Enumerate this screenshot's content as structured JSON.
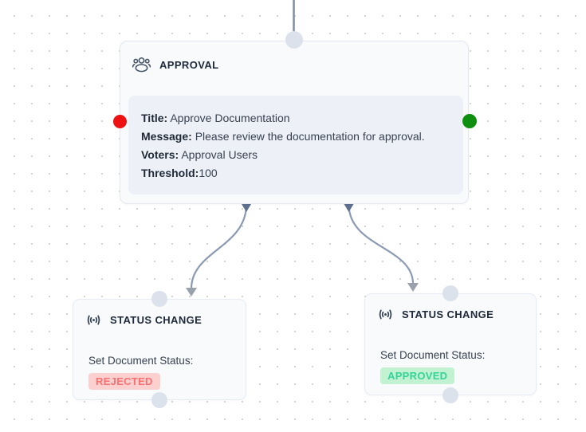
{
  "approval_node": {
    "icon": "users-group-icon",
    "title": "APPROVAL",
    "fields": [
      {
        "label": "Title:",
        "value": " Approve Documentation"
      },
      {
        "label": "Message:",
        "value": " Please review the documentation for approval."
      },
      {
        "label": "Voters:",
        "value": " Approval Users"
      },
      {
        "label": "Threshold:",
        "value": "100"
      }
    ]
  },
  "status_change_left": {
    "icon": "broadcast-icon",
    "title": "STATUS CHANGE",
    "body_label": "Set Document Status:",
    "badge": "REJECTED"
  },
  "status_change_right": {
    "icon": "broadcast-icon",
    "title": "STATUS CHANGE",
    "body_label": "Set Document Status:",
    "badge": "APPROVED"
  },
  "colors": {
    "red_handle": "#ee1111",
    "green_handle": "#0f8f0f",
    "neutral_handle": "#dce2eb",
    "edge_stroke": "#8a9ab3",
    "edge_arrowhead": "#98a1ac",
    "edge_source_marker": "#5f7090",
    "node_background": "#f8fafc",
    "node_border": "#e3e8f0",
    "details_panel_background": "#edf1f7",
    "badge_rejected_background": "#fdd0d0",
    "badge_rejected_text": "#f87171",
    "badge_approved_background": "#c3f2d2",
    "badge_approved_text": "#34d399"
  }
}
